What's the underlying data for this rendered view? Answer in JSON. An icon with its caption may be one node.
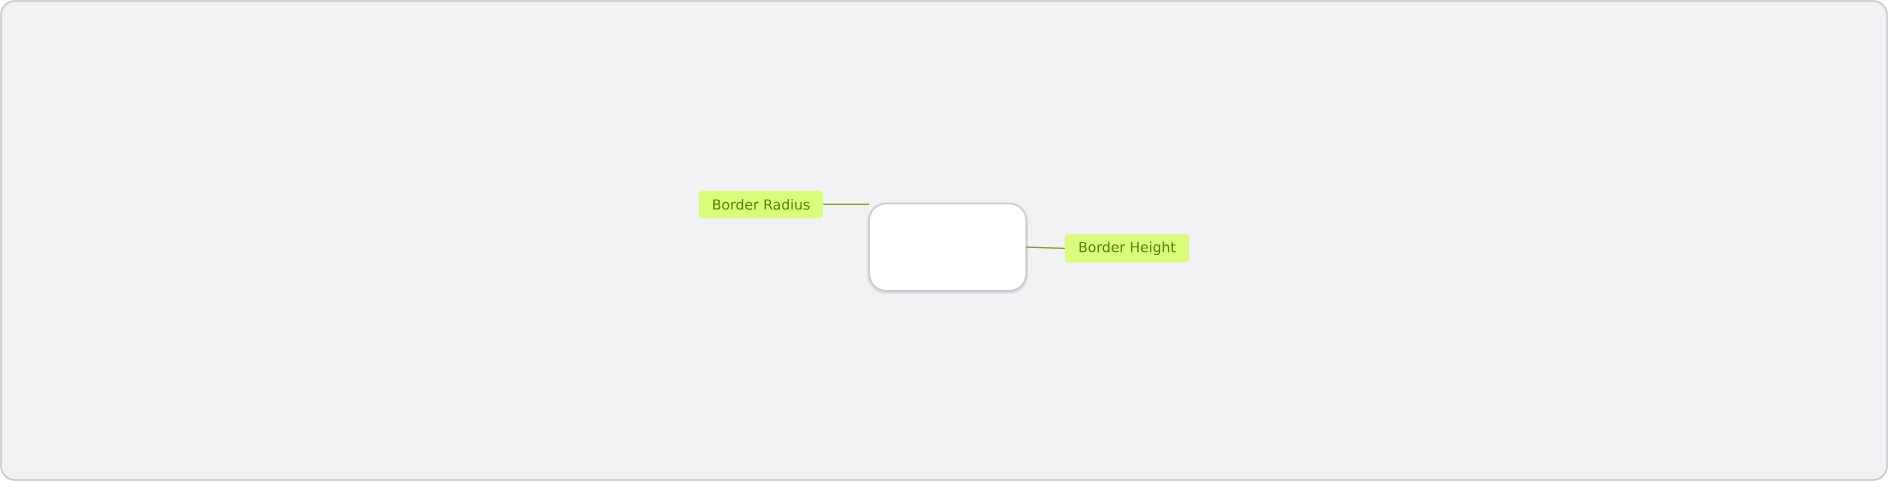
{
  "diagram": {
    "nodes": [
      {
        "text": [
          "Border Radius"
        ]
      },
      {
        "text": [],
        "shape": "box"
      },
      {
        "text": [
          "Border Height"
        ]
      }
    ],
    "edges": [
      {
        "from": 0,
        "to": 1,
        "arrow": "none"
      },
      {
        "from": 2,
        "to": 1,
        "arrow": "none"
      }
    ]
  }
}
